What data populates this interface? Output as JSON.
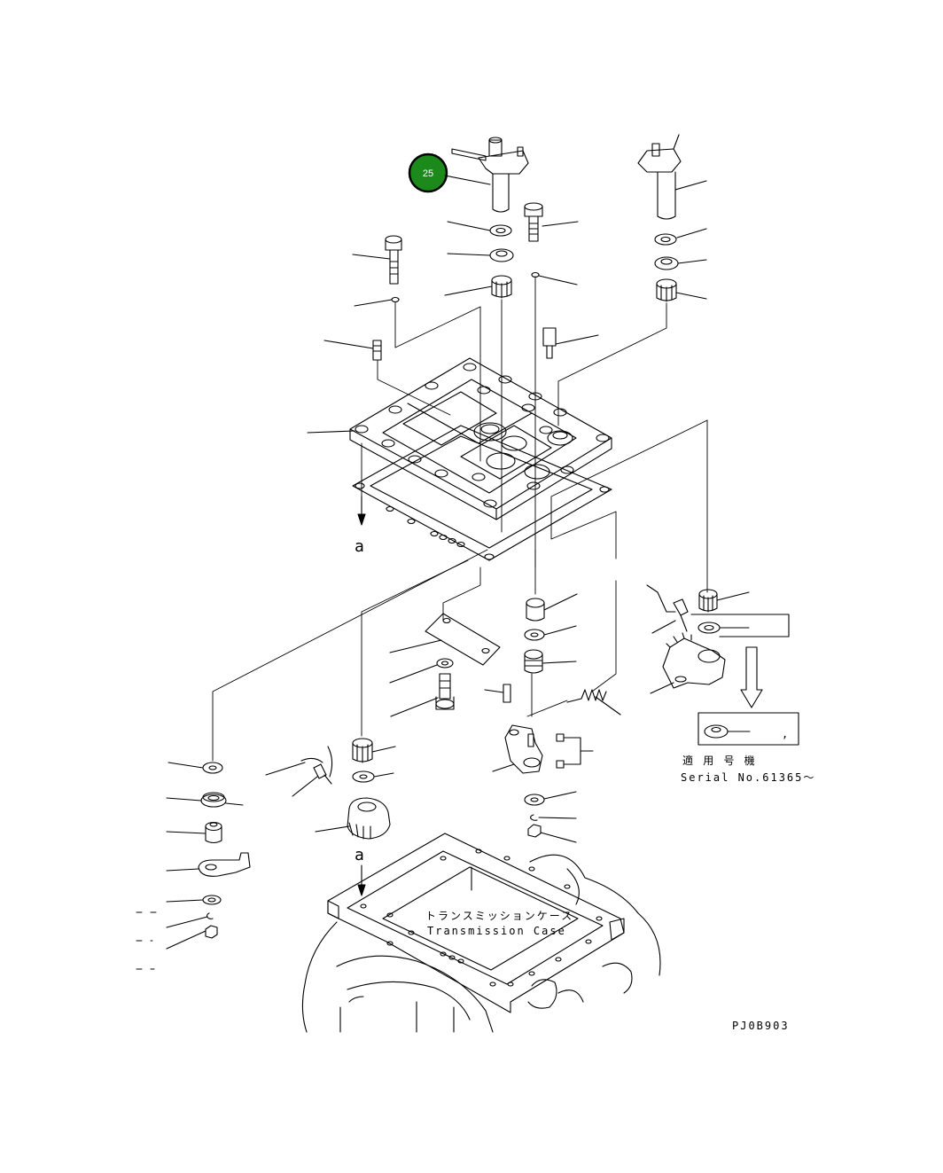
{
  "diagram": {
    "callout_badge": {
      "number": "25",
      "color": "#1b8a1b"
    },
    "view_marker_top": "a",
    "view_marker_bottom": "a",
    "applicability": {
      "japanese": "適 用 号 機",
      "serial": "Serial No.61365～"
    },
    "case_label": {
      "japanese": "トランスミッションケース",
      "english": "Transmission Case"
    },
    "drawing_code": "PJ0B903",
    "inset_box_mark": ","
  }
}
